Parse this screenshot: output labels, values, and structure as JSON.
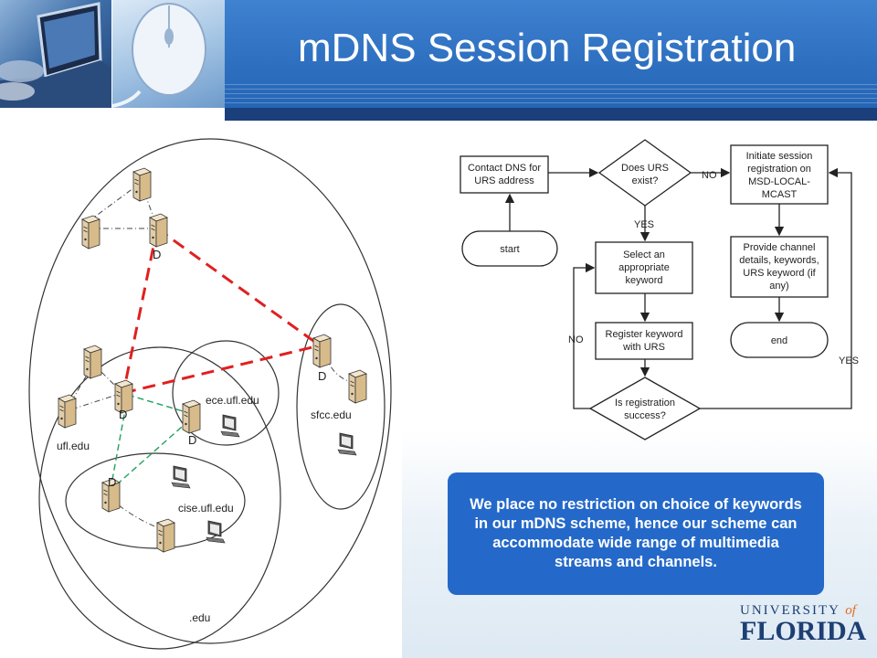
{
  "slide": {
    "title": "mDNS Session Registration",
    "note": "We place no restriction on choice of keywords in our mDNS scheme,  hence our scheme can accommodate wide range of multimedia streams and channels.",
    "logo": {
      "top_text": "UNIVERSITY",
      "top_of": "of",
      "bottom_text": "FLORIDA"
    }
  },
  "network_diagram": {
    "domain_labels": {
      "edu": ".edu",
      "ufl": "ufl.edu",
      "sfcc": "sfcc.edu",
      "ece": "ece.ufl.edu",
      "cise": "cise.ufl.edu"
    },
    "designated_marker": "D"
  },
  "flowchart": {
    "contact_dns": [
      "Contact DNS for",
      "URS address"
    ],
    "urs_exists": [
      "Does URS",
      "exist?"
    ],
    "initiate": [
      "Initiate session",
      "registration on",
      "MSD-LOCAL-",
      "MCAST"
    ],
    "start": "start",
    "select_keyword": [
      "Select an",
      "appropriate",
      "keyword"
    ],
    "provide_details": [
      "Provide channel",
      "details, keywords,",
      "URS keyword (if",
      "any)"
    ],
    "register": [
      "Register keyword",
      "with URS"
    ],
    "end": "end",
    "reg_success": [
      "Is registration",
      "success?"
    ],
    "labels": {
      "no": "NO",
      "yes": "YES"
    }
  },
  "colors": {
    "title_band": "#2e6fc0",
    "navy_bar": "#1b3f7a",
    "note_bg": "#2469c9",
    "dns_link": "#e02020",
    "ufl_link": "#22a060"
  }
}
